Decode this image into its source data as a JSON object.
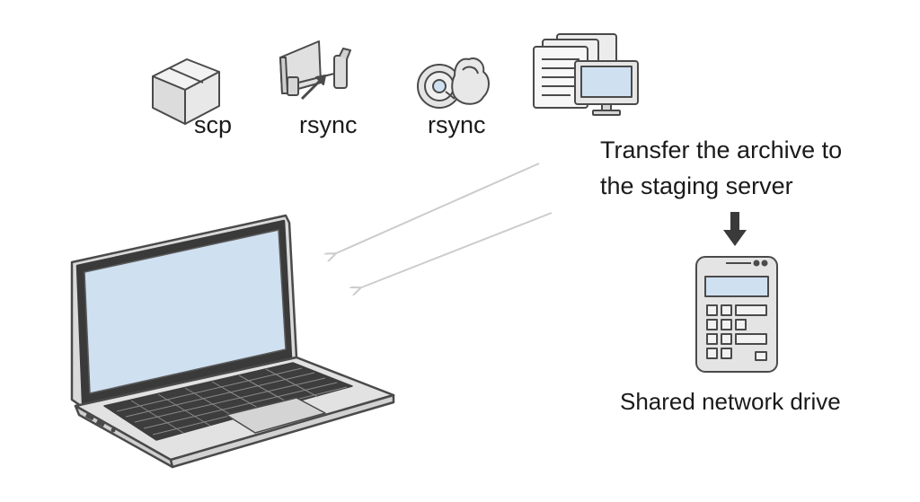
{
  "tools": {
    "scp_label": "scp",
    "rsync_label_1": "rsync",
    "rsync_label_2": "rsync"
  },
  "step": {
    "line1": "Transfer the archive to",
    "line2": "the staging server"
  },
  "destination": {
    "label": "Shared network drive"
  },
  "icons": {
    "scp": "package-box-icon",
    "rsync_1": "sync-bracket-icon",
    "rsync_2": "disc-sync-icon",
    "source": "server-documents-icon",
    "client": "laptop-icon",
    "storage": "network-drive-icon"
  },
  "colors": {
    "stroke": "#4a4a4a",
    "screen": "#cfe0f1",
    "device_fill": "#e2e2e2",
    "arrow": "#cccccc",
    "down_arrow": "#3a3a3a"
  }
}
